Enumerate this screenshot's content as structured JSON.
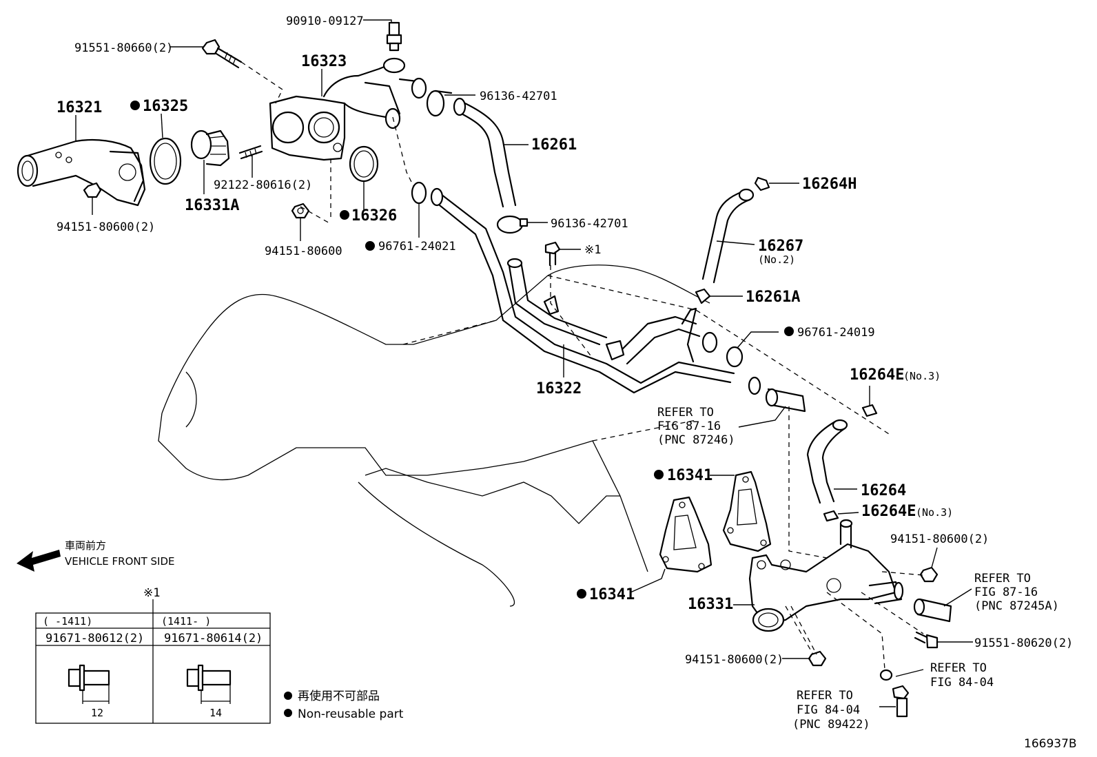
{
  "parts": {
    "p_90910": "90910-09127",
    "p_91551_660": "91551-80660(2)",
    "p_16323": "16323",
    "p_16321": "16321",
    "p_16325": "16325",
    "p_96136_a": "96136-42701",
    "p_16261": "16261",
    "p_92122": "92122-80616(2)",
    "p_16331A": "16331A",
    "p_94151_2a": "94151-80600(2)",
    "p_94151": "94151-80600",
    "p_16326": "16326",
    "p_96761_021": "96761-24021",
    "p_96136_b": "96136-42701",
    "p_16264H": "16264H",
    "p_16267": "16267",
    "p_16267_sub": "(No.2)",
    "p_ref1_marker": "※1",
    "p_16261A": "16261A",
    "p_96761_019": "96761-24019",
    "p_16322": "16322",
    "p_16264E_a": "16264E",
    "p_16264E_a_sub": "(No.3)",
    "p_16341_a": "16341",
    "p_16264": "16264",
    "p_16264E_b": "16264E",
    "p_16264E_b_sub": "(No.3)",
    "p_94151_2b": "94151-80600(2)",
    "p_16341_b": "16341",
    "p_16331": "16331",
    "p_91551_620": "91551-80620(2)",
    "p_94151_2c": "94151-80600(2)"
  },
  "refs": {
    "r1": [
      "REFER TO",
      "FIG 87-16",
      "(PNC 87246)"
    ],
    "r2": [
      "REFER TO",
      "FIG 87-16",
      "(PNC 87245A)"
    ],
    "r3": [
      "REFER TO",
      "FIG 84-04"
    ],
    "r4": [
      "REFER TO",
      "FIG 84-04",
      "(PNC 89422)"
    ]
  },
  "front": {
    "jp": "車両前方",
    "en": "VEHICLE FRONT SIDE"
  },
  "table": {
    "marker": "※1",
    "col1_range": "(     -1411)",
    "col2_range": "(1411-     )",
    "col1_part": "91671-80612(2)",
    "col2_part": "91671-80614(2)",
    "col1_dim": "12",
    "col2_dim": "14"
  },
  "legend": {
    "jp": "再使用不可部品",
    "en": "Non-reusable part"
  },
  "figure_id": "166937B"
}
